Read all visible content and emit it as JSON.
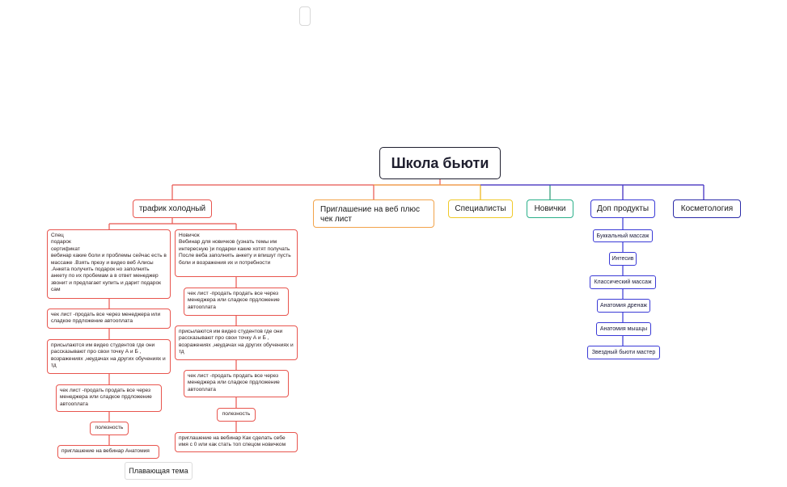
{
  "root": {
    "title": "Школа бьюти"
  },
  "branches": {
    "traffic": "трафик холодный",
    "invite": "Приглашение на веб  плюс чек лист",
    "specialists": "Специалисты",
    "newbies": "Новички",
    "addons": "Доп продукты",
    "cosmetology": "Косметология"
  },
  "left_column": [
    "Спец\nподарок\nсертификат\nвебинар какие боли и проблемы сейчас есть в массаже .Взять презу и видео веб Алисы .Анкета получить подарок но заполнить анкету по их пробемам а в ответ менеджер звонит и предлагает купить и дарит подарок сам",
    "чек лист -продать все через менеджера или сладкое прдложение автооплата",
    "присылаются им видео студентов где они рассказывают про свои точку А и Б , возражениях ,неудачах на других обучениях и тд",
    "чек лист -продать продать все через менеджера или сладкое прдложение автооплата",
    "полезность",
    "приглашение на вебинар Анатомия"
  ],
  "right_column": [
    "Новичок\nВебинар для новичков (узнать темы им интересную )и подарки какие хотят получать\nПосле веба заполнить анкету и впишут пусть  боли и возражения их и потребности",
    "чек лист -продать продать все через менеджера или сладкое прдложение автооплата",
    "присылаются им видео студентов где они рассказывают про свои точку А и Б , возражениях ,неудачах на других обучениях и тд",
    "чек лист -продать продать все через менеджера или сладкое прдложение автооплата",
    "полезность",
    "приглашение на вебинар Как сделать себе имя с 0 или как стать топ спецом новичком"
  ],
  "addons_items": [
    "Буккальный массаж",
    "Интесив",
    "Классический массаж",
    "Анатомия дренаж",
    "Анатомия мышцы",
    "Звездный бьюти мастер"
  ],
  "floating_topic": "Плавающая тема",
  "colors": {
    "red": "#e8554e",
    "orange": "#f2a34a",
    "yellow": "#f0c928",
    "green": "#2bb08a",
    "blue": "#3a3ad6",
    "navy": "#2b2ba8",
    "dark": "#1e1e2e"
  }
}
